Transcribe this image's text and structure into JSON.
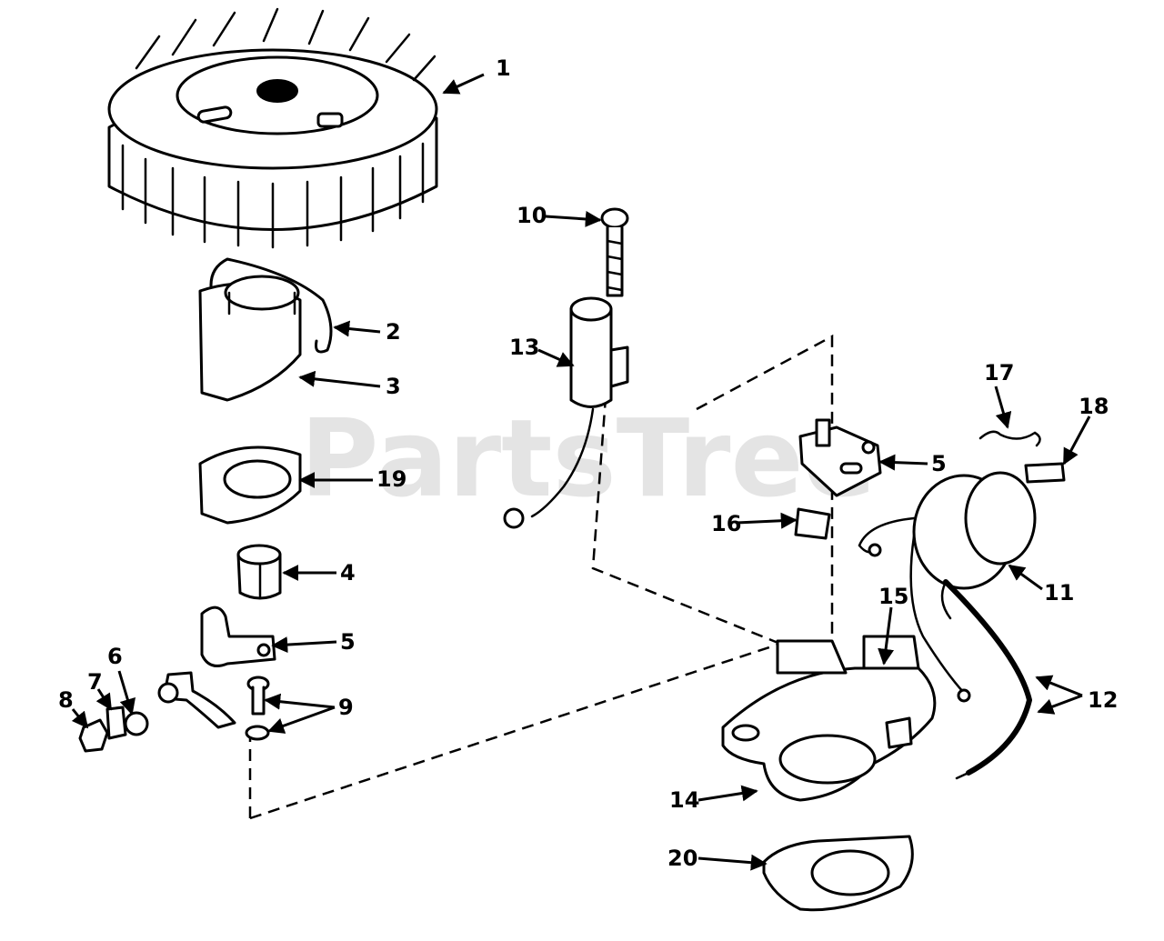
{
  "watermark": "PartsTree",
  "callouts": [
    "1",
    "2",
    "3",
    "19",
    "4",
    "5",
    "6",
    "7",
    "8",
    "9",
    "10",
    "13",
    "5",
    "16",
    "17",
    "18",
    "11",
    "15",
    "12",
    "14",
    "20"
  ],
  "colors": {
    "line": "#000000",
    "background": "#ffffff",
    "watermark": "#cfcfcf"
  }
}
